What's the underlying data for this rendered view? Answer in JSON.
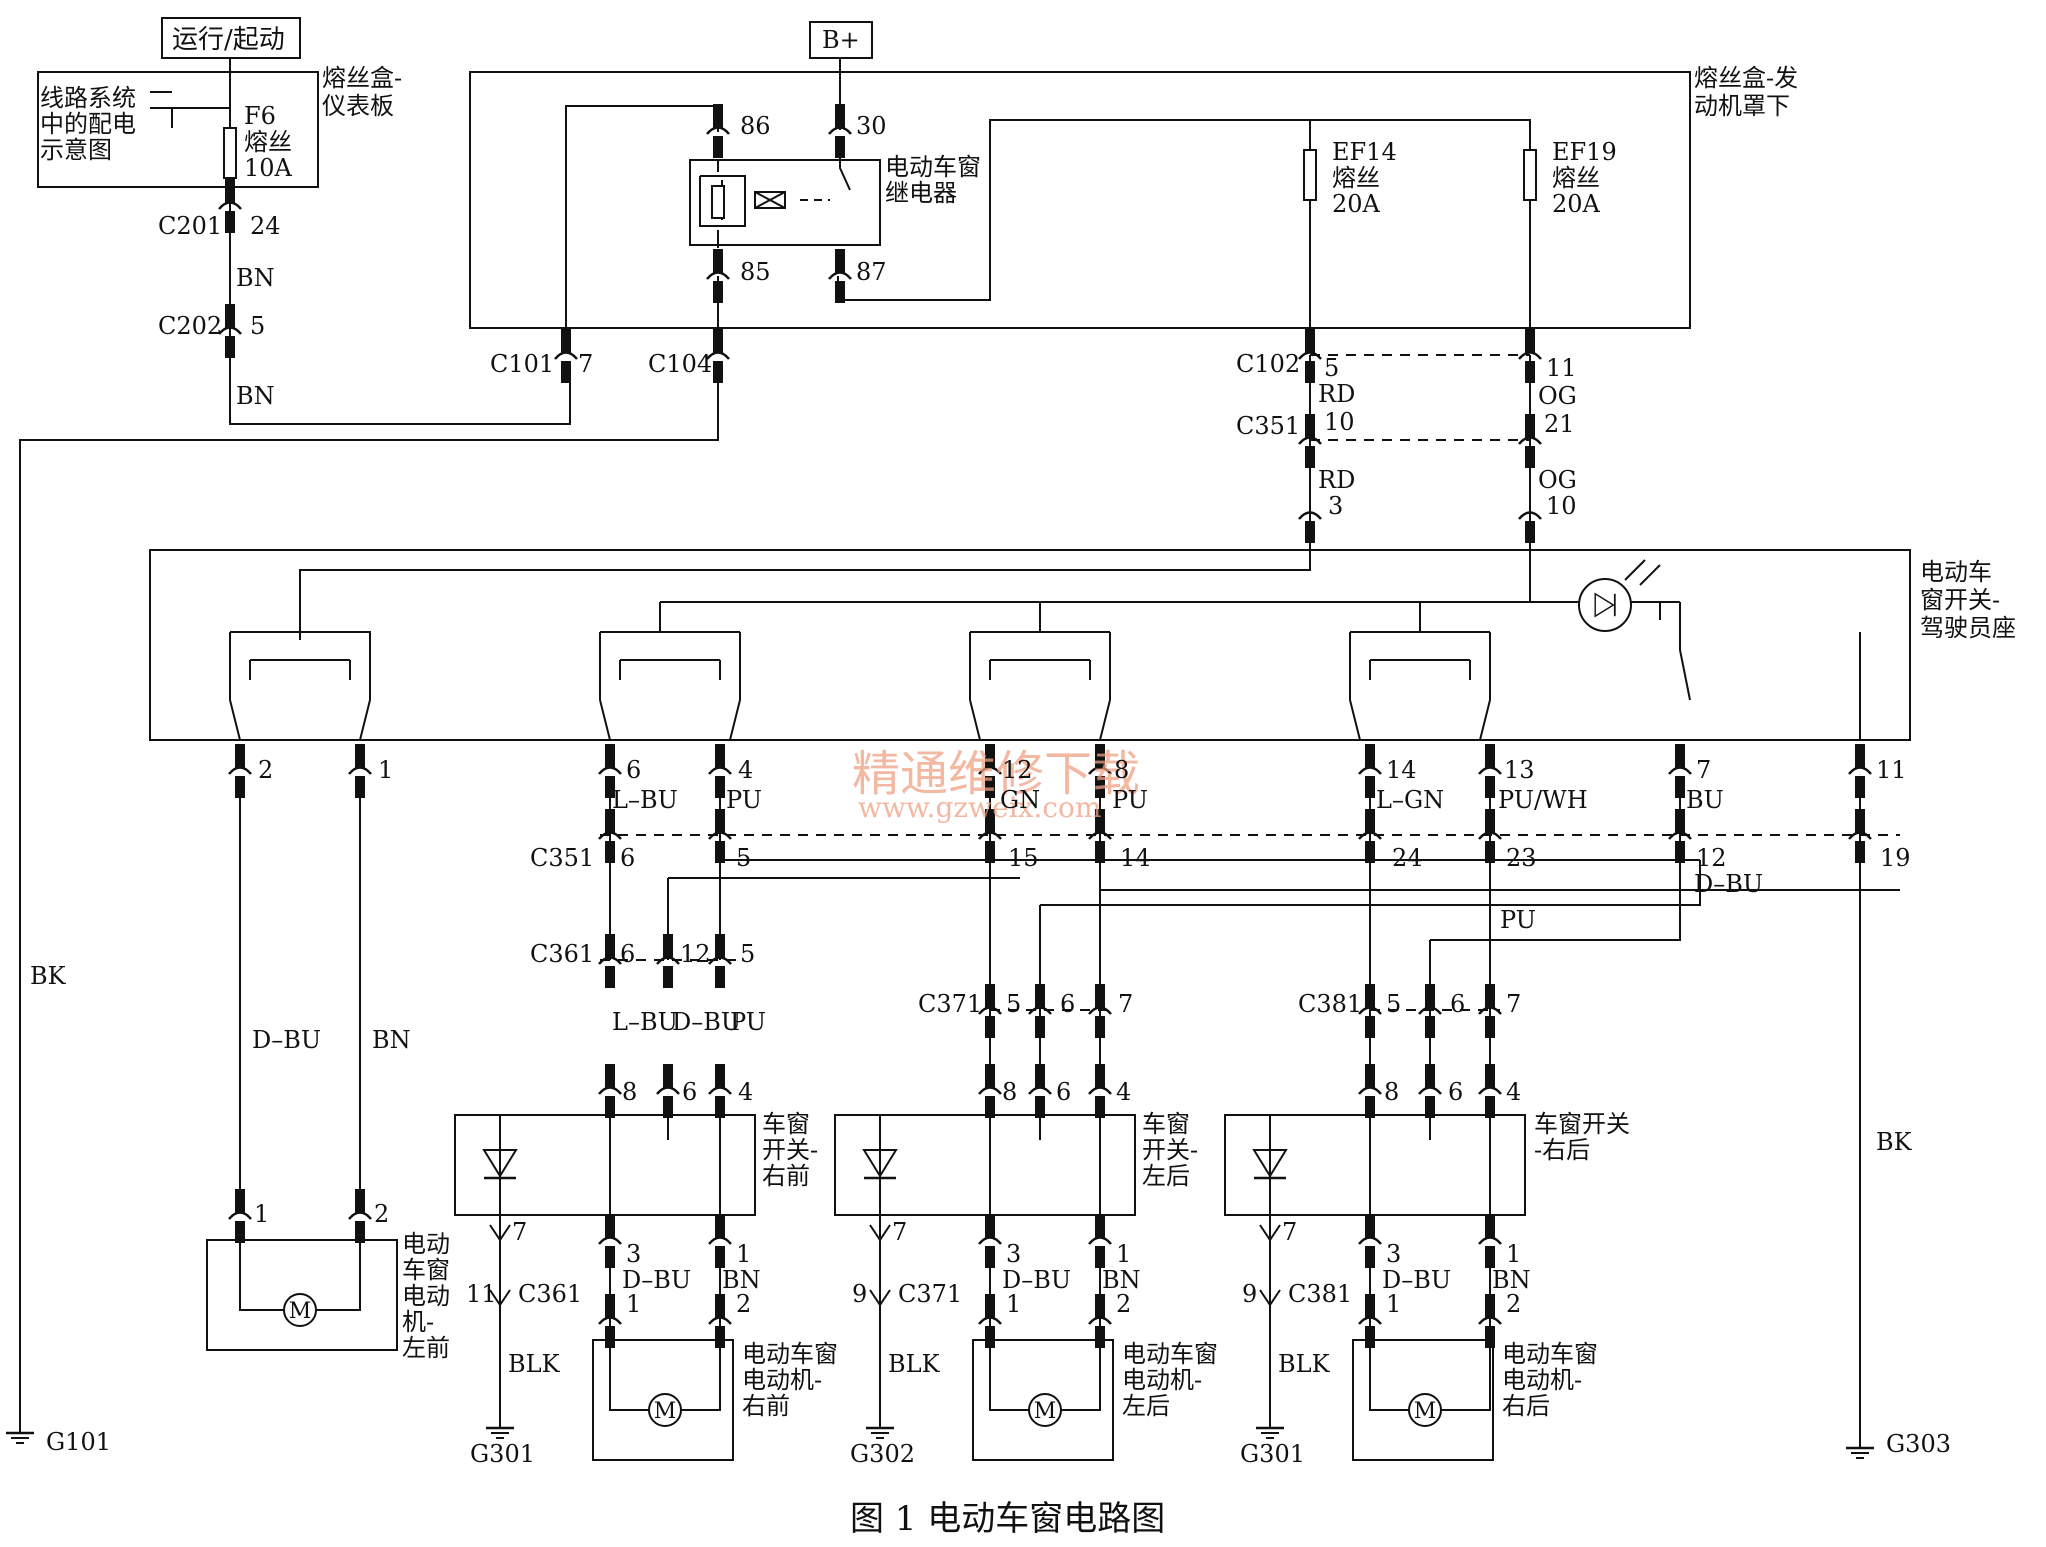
{
  "caption": "图 1   电动车窗电路图",
  "watermark": {
    "line1": "精通维修下载",
    "line2": "www.gzweix.com",
    "color": "#f0a184"
  },
  "colors": {
    "wire": "#111111",
    "bg": "#ffffff"
  },
  "power": {
    "run_start": "运行/起动",
    "battery": "B+"
  },
  "fuse_box_ip": {
    "label_l1": "熔丝盒-",
    "label_l2": "仪表板",
    "ref_l1": "线路系统",
    "ref_l2": "中的配电",
    "ref_l3": "示意图",
    "fuse_id": "F6",
    "fuse_word": "熔丝",
    "fuse_rating": "10A"
  },
  "fuse_box_uh": {
    "label_l1": "熔丝盒-发",
    "label_l2": "动机罩下",
    "relay_l1": "电动车窗",
    "relay_l2": "继电器",
    "pin86": "86",
    "pin30": "30",
    "pin85": "85",
    "pin87": "87",
    "ef14_id": "EF14",
    "ef14_word": "熔丝",
    "ef14_rating": "20A",
    "ef19_id": "EF19",
    "ef19_word": "熔丝",
    "ef19_rating": "20A"
  },
  "connectors": {
    "c201": "C201",
    "c201_pin": "24",
    "c202": "C202",
    "c202_pin": "5",
    "c101": "C101",
    "c101_pin": "7",
    "c104": "C104",
    "c102": "C102",
    "c102_pin_rd": "5",
    "c102_pin_og": "11",
    "c351_top": "C351",
    "c351_top_rd": "10",
    "c351_top_og": "21",
    "sw_rd_pin": "3",
    "sw_og_pin": "10",
    "c351_mid": "C351",
    "c361": "C361",
    "c371": "C371",
    "c381": "C381"
  },
  "wires": {
    "bn": "BN",
    "bk": "BK",
    "rd": "RD",
    "og": "OG",
    "dbu": "D–BU",
    "lbu": "L–BU",
    "pu": "PU",
    "gn": "GN",
    "lgn": "L–GN",
    "puwh": "PU/WH",
    "bu": "BU",
    "blk": "BLK"
  },
  "driver_switch": {
    "label_l1": "电动车",
    "label_l2": "窗开关-",
    "label_l3": "驾驶员座",
    "pins": [
      "2",
      "1",
      "6",
      "4",
      "12",
      "8",
      "14",
      "13",
      "7",
      "11"
    ],
    "c351_pins": [
      "6",
      "5",
      "15",
      "14",
      "24",
      "23",
      "12",
      "19"
    ]
  },
  "rf_switch": {
    "label_l1": "车窗",
    "label_l2": "开关-",
    "label_l3": "右前",
    "c361_pins": [
      "6",
      "12",
      "5"
    ],
    "sw_pins": [
      "8",
      "6",
      "4"
    ],
    "gnd_pin": "7",
    "gnd_conn_pin": "11",
    "motor_pins_sw": [
      "3",
      "1"
    ],
    "motor_pins": [
      "1",
      "2"
    ],
    "ground": "G301",
    "motor_l1": "电动车窗",
    "motor_l2": "电动机-",
    "motor_l3": "右前"
  },
  "lr_switch": {
    "label_l1": "车窗",
    "label_l2": "开关-",
    "label_l3": "左后",
    "c371_pins": [
      "5",
      "6",
      "7"
    ],
    "sw_pins": [
      "8",
      "6",
      "4"
    ],
    "gnd_pin": "7",
    "gnd_conn_pin": "9",
    "motor_pins_sw": [
      "3",
      "1"
    ],
    "motor_pins": [
      "1",
      "2"
    ],
    "ground": "G302",
    "motor_l1": "电动车窗",
    "motor_l2": "电动机-",
    "motor_l3": "左后"
  },
  "rr_switch": {
    "label_l1": "车窗开关",
    "label_l2": "-右后",
    "c381_pins": [
      "5",
      "6",
      "7"
    ],
    "sw_pins": [
      "8",
      "6",
      "4"
    ],
    "gnd_pin": "7",
    "gnd_conn_pin": "9",
    "motor_pins_sw": [
      "3",
      "1"
    ],
    "motor_pins": [
      "1",
      "2"
    ],
    "ground": "G301",
    "motor_l1": "电动车窗",
    "motor_l2": "电动机-",
    "motor_l3": "右后"
  },
  "lf_motor": {
    "l1": "电动",
    "l2": "车窗",
    "l3": "电动",
    "l4": "机-",
    "l5": "左前",
    "pins": [
      "1",
      "2"
    ]
  },
  "grounds": {
    "g101": "G101",
    "g303": "G303"
  },
  "motor_symbol": "M"
}
